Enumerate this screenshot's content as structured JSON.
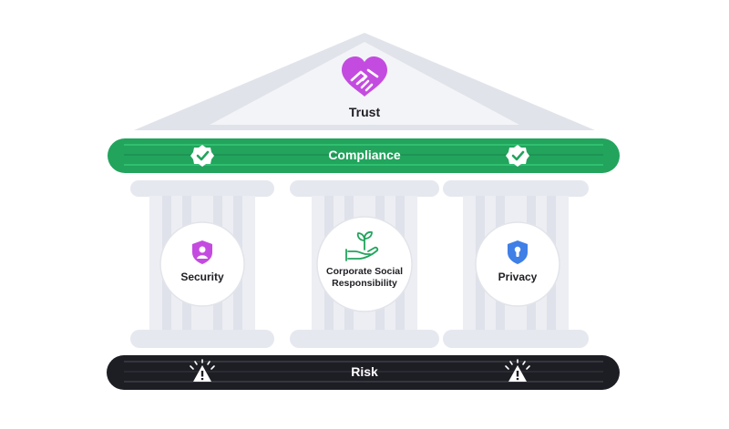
{
  "diagram": {
    "roof": {
      "label": "Trust",
      "icon": "handshake-heart-icon"
    },
    "beam": {
      "label": "Compliance",
      "icon": "check-badge-icon",
      "color": "#22a45d"
    },
    "pillars": [
      {
        "label": "Security",
        "icon": "shield-user-icon",
        "color": "#c44be0"
      },
      {
        "label": "Corporate Social Responsibility",
        "icon": "hand-leaf-icon",
        "color": "#22a45d"
      },
      {
        "label": "Privacy",
        "icon": "shield-keyhole-icon",
        "color": "#3f7fe6"
      }
    ],
    "base": {
      "label": "Risk",
      "icon": "warning-triangle-icon",
      "color": "#1d1d24"
    },
    "colors": {
      "structure_light": "#e6e8ef",
      "structure_mid": "#d6d9e3",
      "accent_pink": "#c44be0"
    }
  }
}
